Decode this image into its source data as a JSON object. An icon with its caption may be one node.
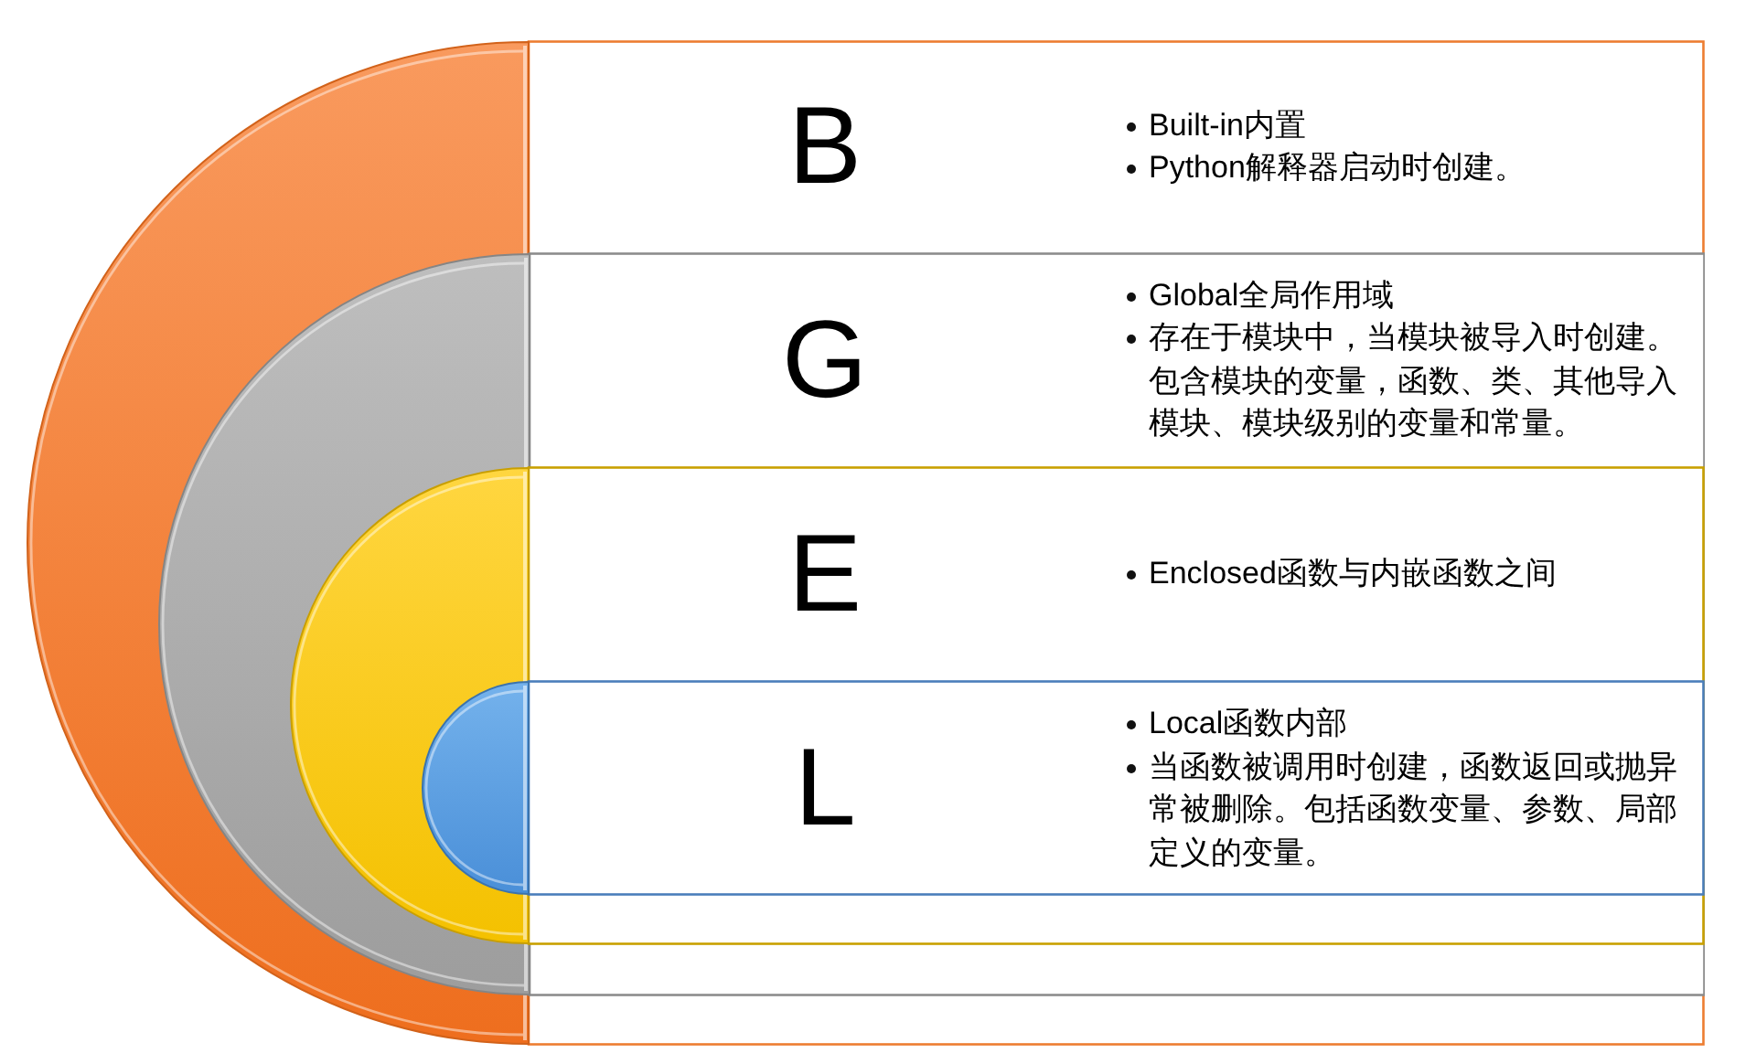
{
  "diagram": {
    "nodes": [
      {
        "text": [
          "B",
          "Built-in内置",
          "Python解释器启动时创建。"
        ]
      },
      {
        "text": [
          "G",
          "Global全局作用域",
          "存在于模块中，当模块被导入时创建。包含模块的变量，函数、类、其他导入模块、模块级别的变量和常量。"
        ],
        "in": 0
      },
      {
        "text": [
          "E",
          "Enclosed函数与内嵌函数之间"
        ],
        "in": 1
      },
      {
        "text": [
          "L",
          "Local函数内部",
          "当函数被调用时创建，函数返回或抛异常被删除。包括函数变量、参数、局部定义的变量。"
        ],
        "in": 2
      }
    ]
  }
}
